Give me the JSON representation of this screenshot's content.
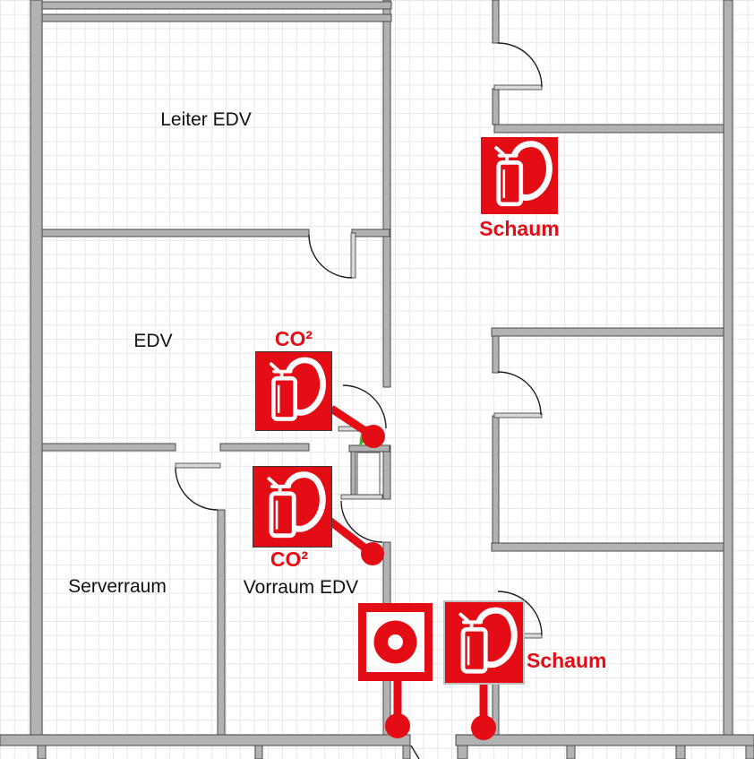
{
  "plan": {
    "type": "fire-safety-floor-plan",
    "rooms": [
      {
        "id": "leiter-edv",
        "name": "Leiter EDV"
      },
      {
        "id": "edv",
        "name": "EDV"
      },
      {
        "id": "serverraum",
        "name": "Serverraum"
      },
      {
        "id": "vorraum-edv",
        "name": "Vorraum EDV"
      }
    ],
    "symbols": [
      {
        "id": "extinguisher-schaum-upper",
        "type": "fire-extinguisher",
        "agent": "Schaum",
        "label": "Schaum"
      },
      {
        "id": "extinguisher-co2-upper",
        "type": "fire-extinguisher",
        "agent": "CO2",
        "label": "CO²"
      },
      {
        "id": "extinguisher-co2-lower",
        "type": "fire-extinguisher",
        "agent": "CO2",
        "label": "CO²"
      },
      {
        "id": "alarm-device",
        "type": "fire-alarm-device",
        "label": ""
      },
      {
        "id": "extinguisher-schaum-lower",
        "type": "fire-extinguisher",
        "agent": "Schaum",
        "label": "Schaum"
      }
    ],
    "colors": {
      "symbol_red": "#e40c15",
      "wall_fill": "#b2b2b2",
      "wall_stroke": "#4a4a4a",
      "grid_line": "#e7e7e7",
      "marker_green": "#44b22e",
      "text": "#111111"
    }
  }
}
